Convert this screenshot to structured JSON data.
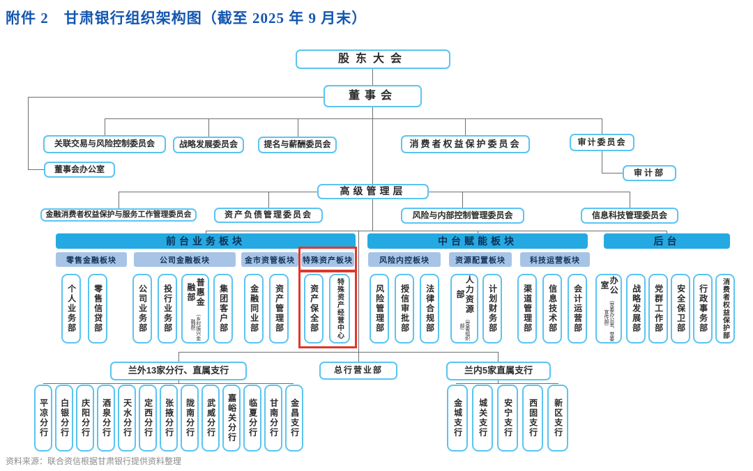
{
  "title": "附件 2　甘肃银行组织架构图（截至 2025 年 9 月末）",
  "source": "资料来源：联合资信根据甘肃银行提供资料整理",
  "colors": {
    "title_blue": "#1356b0",
    "block_bar_blue": "#25a9e2",
    "sub_bar_blue": "#a7c4e6",
    "box_border_cyan": "#5ac4f1",
    "highlight_red": "#e0372b"
  },
  "org": {
    "level1": "股东大会",
    "level2": "董事会",
    "board_committees": [
      "关联交易与风险控制委员会",
      "战略发展委员会",
      "提名与薪酬委员会",
      "消费者权益保护委员会",
      "审计委员会"
    ],
    "board_office": "董事会办公室",
    "audit_dept": "审计部",
    "senior_mgmt": "高级管理层",
    "mgmt_committees": [
      "金融消费者权益保护与服务工作管理委员会",
      "资产负债管理委员会",
      "风险与内部控制管理委员会",
      "信息科技管理委员会"
    ],
    "front": {
      "title": "前台业务板块",
      "subs": [
        "零售金融板块",
        "公司金融板块",
        "金市资管板块",
        "特殊资产板块"
      ],
      "depts": [
        {
          "label": "个人业务部"
        },
        {
          "label": "零售信贷部"
        },
        {
          "label": "公司业务部"
        },
        {
          "label": "投行业务部"
        },
        {
          "label": "普惠金融部",
          "sub": "（乡村振兴金融部）"
        },
        {
          "label": "集团客户部"
        },
        {
          "label": "金融同业部"
        },
        {
          "label": "资产管理部"
        },
        {
          "label": "资产保全部"
        },
        {
          "label": "特殊资产经营中心"
        }
      ]
    },
    "middle": {
      "title": "中台赋能板块",
      "subs": [
        "风险内控板块",
        "资源配置板块",
        "科技运营板块"
      ],
      "depts": [
        {
          "label": "风险管理部"
        },
        {
          "label": "授信审批部"
        },
        {
          "label": "法律合规部"
        },
        {
          "label": "人力资源部",
          "sub": "（党委组织部）"
        },
        {
          "label": "计划财务部"
        },
        {
          "label": "渠道管理部"
        },
        {
          "label": "信息技术部"
        },
        {
          "label": "会计运营部"
        }
      ]
    },
    "back": {
      "title": "后台",
      "depts": [
        {
          "label": "办公室",
          "sub": "（党委办公室、党委宣传部）"
        },
        {
          "label": "战略发展部"
        },
        {
          "label": "党群工作部"
        },
        {
          "label": "安全保卫部"
        },
        {
          "label": "行政事务部"
        },
        {
          "label": "消费者权益保护部"
        }
      ]
    }
  },
  "network": {
    "lanwai_title": "兰外13家分行、直属支行",
    "lanwai": [
      "平凉分行",
      "白银分行",
      "庆阳分行",
      "酒泉分行",
      "天水分行",
      "定西分行",
      "张掖分行",
      "陇南分行",
      "武威分行",
      "嘉峪关分行",
      "临夏分行",
      "甘南分行",
      "金昌支行"
    ],
    "head_office": "总行营业部",
    "lannei_title": "兰内5家直属支行",
    "lannei": [
      "金城支行",
      "城关支行",
      "安宁支行",
      "西固支行",
      "新区支行"
    ]
  }
}
